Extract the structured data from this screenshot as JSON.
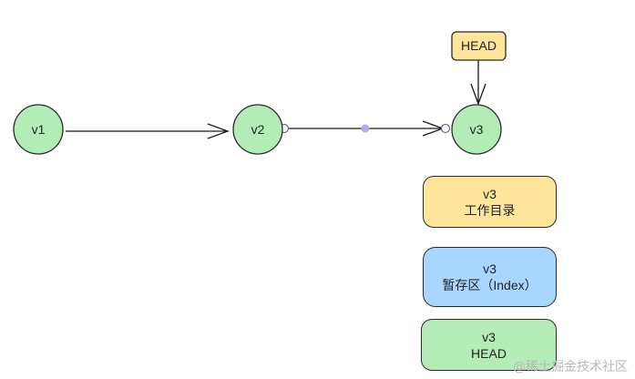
{
  "colors": {
    "commit_fill": "#b3ecb6",
    "head_fill": "#ffe59a",
    "workdir_fill": "#ffe59a",
    "stage_fill": "#a9d6ff",
    "repo_fill": "#b3ecb6",
    "midpoint": "#b6a8ee"
  },
  "commits": [
    {
      "label": "v1"
    },
    {
      "label": "v2"
    },
    {
      "label": "v3"
    }
  ],
  "head_pointer": {
    "label": "HEAD"
  },
  "areas": [
    {
      "version": "v3",
      "name": "工作目录"
    },
    {
      "version": "v3",
      "name": "暂存区（Index）"
    },
    {
      "version": "v3",
      "name": "HEAD"
    }
  ],
  "watermark": "@稀土掘金技术社区"
}
